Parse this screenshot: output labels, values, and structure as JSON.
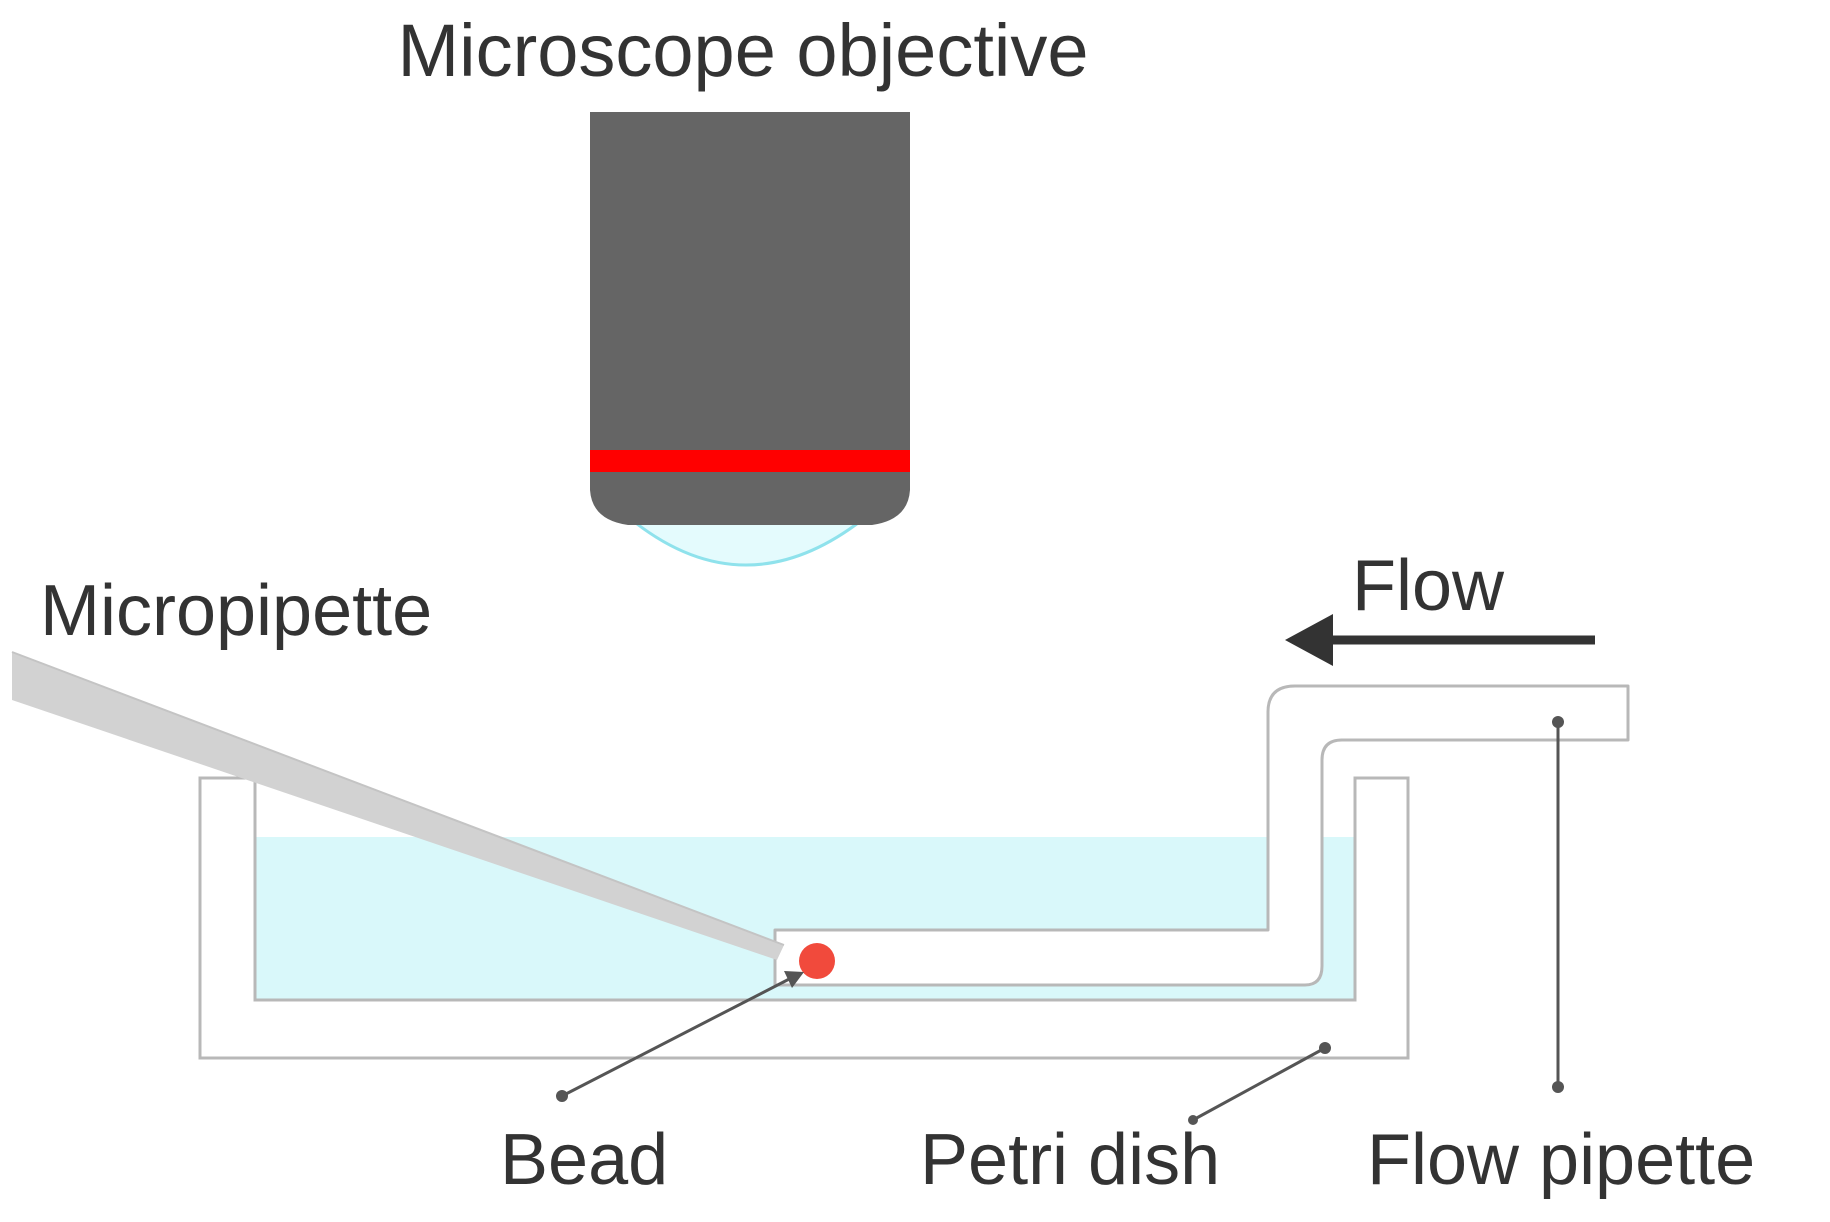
{
  "labels": {
    "objective": "Microscope objective",
    "micropipette": "Micropipette",
    "flow": "Flow",
    "bead": "Bead",
    "petri_dish": "Petri dish",
    "flow_pipette": "Flow pipette"
  },
  "colors": {
    "objective_body": "#656565",
    "focus_ring": "#ff0000",
    "lens": "#e4fbfd",
    "lens_edge": "#8fe2ec",
    "medium": "#d9f8fa",
    "outline": "#b8b8b8",
    "bead": "#f14a3c",
    "leader_line": "#555555",
    "arrow": "#333333",
    "text": "#333333"
  }
}
